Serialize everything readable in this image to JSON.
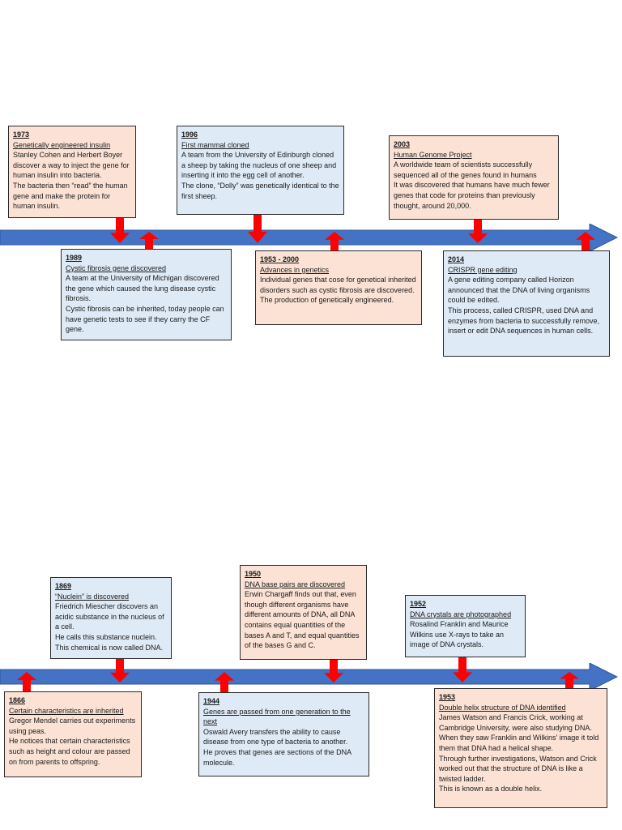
{
  "document": {
    "type_label": "genetics discoveries timeline page",
    "background": "#ffffff"
  },
  "colors": {
    "timeline_blue": "#4472C4",
    "timeline_blue_edge": "#2F5597",
    "arrow_red": "#FF0000",
    "box_peach": "#FBE2D5",
    "box_blue": "#DEEAF6",
    "box_border": "#2b2b2b",
    "text": "#1a1a1a"
  },
  "events": {
    "ev1973": {
      "year": "1973",
      "title": "Genetically engineered insulin",
      "body": "Stanley Cohen and Herbert Boyer discover a way to inject the gene for human insulin into bacteria.\nThe bacteria then “read” the human gene and make the protein for human insulin."
    },
    "ev1996": {
      "year": "1996",
      "title": "First mammal cloned",
      "body": "A team from the University of Edinburgh cloned a sheep by taking the nucleus of one sheep and inserting it into the egg cell of another.\nThe clone, “Dolly” was genetically identical to the first sheep."
    },
    "ev2003": {
      "year": "2003",
      "title": "Human Genome Project",
      "body": "A worldwide team of scientists successfully sequenced all of the genes found in humans\nIt was discovered that humans have much fewer genes that code for proteins than previously thought, around 20,000."
    },
    "ev1989": {
      "year": "1989",
      "title": "Cystic fibrosis gene discovered",
      "body": "A team at the University of Michigan discovered the gene which caused the lung disease cystic fibrosis.\nCystic fibrosis can be inherited, today people can have genetic tests to see if they carry the CF gene."
    },
    "ev1953_2000": {
      "year": "1953 - 2000",
      "title": "Advances in genetics",
      "body": "Individual genes that cose for genetical inherited disorders such as cystic fibrosis are discovered.\nThe production of genetically engineered."
    },
    "ev2014": {
      "year": "2014",
      "title": "CRISPR gene editing",
      "body": "A gene editing company called Horizon announced that the DNA of living organisms could be edited.\nThis process, called CRISPR, used DNA and enzymes from bacteria to successfully remove, insert or edit DNA sequences in human cells."
    },
    "ev1869": {
      "year": "1869",
      "title": "“Nuclein” is discovered",
      "body": "Friedrich Miescher discovers an acidic substance in the nucleus of a cell.\nHe calls this substance nuclein.\nThis chemical is now called DNA."
    },
    "ev1950": {
      "year": "1950",
      "title": "DNA base pairs are discovered",
      "body": "Erwin Chargaff finds out that, even though different organisms have different amounts of DNA, all DNA contains equal quantities of the bases A and T, and equal quantities of the bases G and C."
    },
    "ev1952": {
      "year": "1952",
      "title": "DNA crystals are photographed",
      "body": "Rosalind Franklin and Maurice Wilkins use X-rays to take an image of DNA crystals."
    },
    "ev1866": {
      "year": "1866",
      "title": "Certain characteristics are inherited",
      "body": "Gregor Mendel carries out experiments using peas.\nHe notices that certain characteristics such as height and colour are passed on from parents to offspring."
    },
    "ev1944": {
      "year": "1944",
      "title": "Genes are passed from one generation to the next",
      "body": "Oswald Avery transfers the ability to cause disease from one type of bacteria to another.\nHe proves that genes are sections of the DNA molecule."
    },
    "ev1953b": {
      "year": "1953",
      "title": "Double helix structure of DNA identified",
      "body": "James Watson and Francis Crick, working at Cambridge University, were also studying DNA.\nWhen they saw Franklin and Wilkins’ image it told them that DNA had a helical shape.\nThrough further investigations, Watson and Crick worked out that the structure of DNA is like a twisted ladder.\nThis is known as a double helix."
    }
  }
}
